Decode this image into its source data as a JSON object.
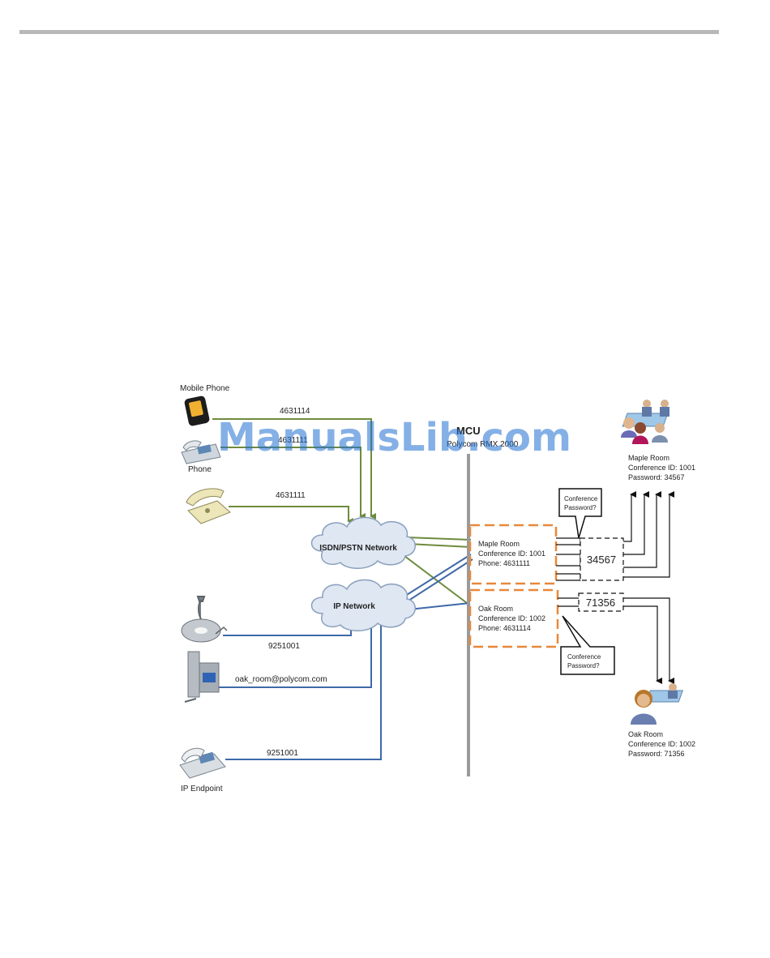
{
  "colors": {
    "rule": "#b8b8b8",
    "isdn_line": "#6e8b3d",
    "ip_line": "#3e69a8",
    "mcu_bar": "#9a9a9a",
    "dashed_box": "#e8883a",
    "watermark": "#1f6fd1",
    "cloud_fill": "#dfe7f2",
    "cloud_stroke": "#8aa0bd"
  },
  "left_devices": {
    "mobile_phone_label": "Mobile Phone",
    "phone_label": "Phone",
    "ip_endpoint_label": "IP Endpoint",
    "icons": [
      "mobile-phone-icon",
      "desk-phone-icon",
      "analog-phone-icon",
      "conference-phone-icon",
      "room-system-icon",
      "ip-phone-icon"
    ]
  },
  "lines": {
    "mobile_number": "4631114",
    "phone_number": "4631111",
    "analog_number": "4631111",
    "conf_phone_number": "9251001",
    "room_system_uri": "oak_room@polycom.com",
    "ip_endpoint_number": "9251001"
  },
  "networks": {
    "isdn": "ISDN/PSTN Network",
    "ip": "IP Network"
  },
  "mcu": {
    "title": "MCU",
    "model": "Polycom RMX 2000"
  },
  "watermark": "ManualsLib.com",
  "conferences": {
    "maple": {
      "name": "Maple Room",
      "id": "Conference ID: 1001",
      "phone": "Phone: 4631111",
      "password_box": "34567",
      "prompt_line1": "Conference",
      "prompt_line2": "Password?"
    },
    "oak": {
      "name": "Oak Room",
      "id": "Conference ID: 1002",
      "phone": "Phone: 4631114",
      "password_box": "71356",
      "prompt_line1": "Conference",
      "prompt_line2": "Password?"
    }
  },
  "participants": {
    "maple": {
      "name": "Maple Room",
      "id": "Conference ID: 1001",
      "password": "Password: 34567"
    },
    "oak": {
      "name": "Oak Room",
      "id": "Conference ID: 1002",
      "password": "Password: 71356"
    }
  }
}
